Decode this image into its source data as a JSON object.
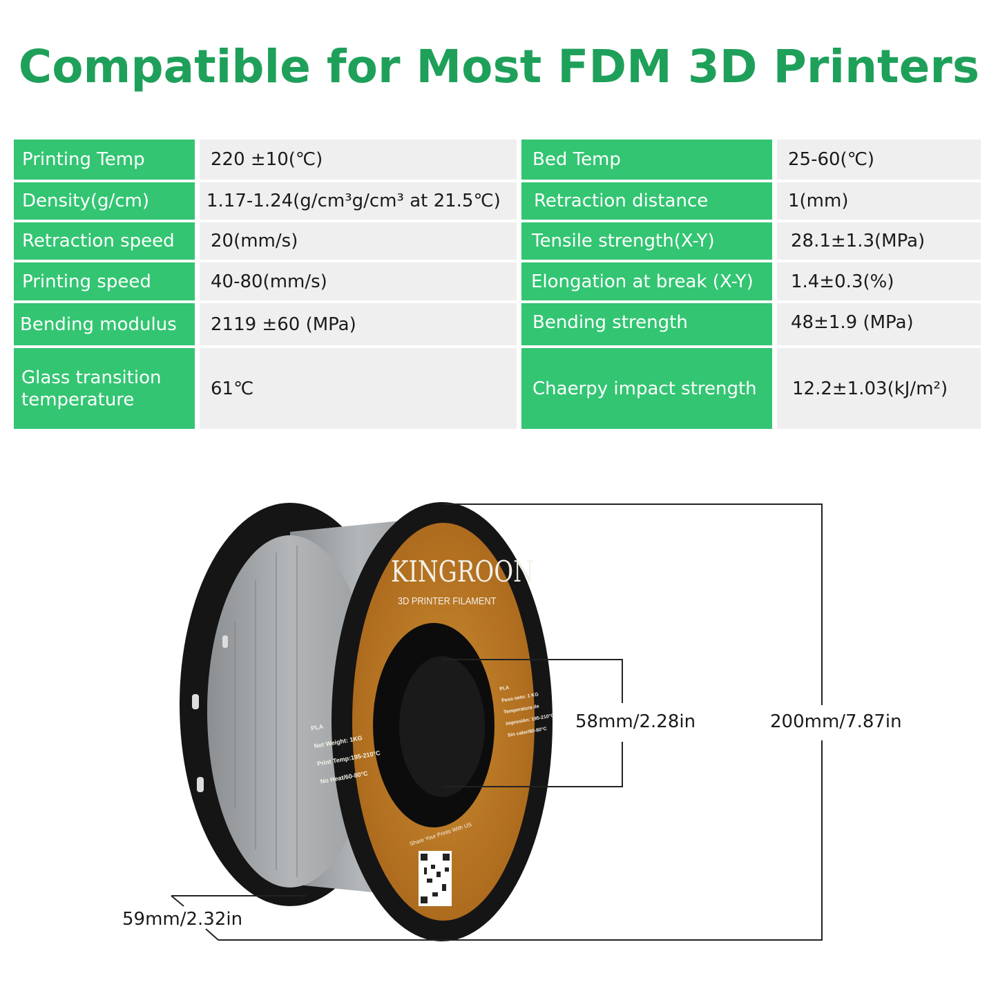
{
  "title": "Compatible for Most FDM 3D Printers",
  "specs": [
    {
      "left_label": "Printing Temp",
      "left_value": "220 ±10(℃)",
      "right_label": "Bed Temp",
      "right_value": "25-60(℃)"
    },
    {
      "left_label": "Density(g/cm)",
      "left_value": "1.17-1.24(g/cm³g/cm³ at 21.5℃)",
      "right_label": "Retraction distance",
      "right_value": "1(mm)"
    },
    {
      "left_label": "Retraction speed",
      "left_value": "20(mm/s)",
      "right_label": "Tensile strength(X-Y)",
      "right_value": "28.1±1.3(MPa)"
    },
    {
      "left_label": "Printing speed",
      "left_value": "40-80(mm/s)",
      "right_label": "Elongation at break (X-Y)",
      "right_value": "1.4±0.3(%)"
    },
    {
      "left_label": "Bending modulus",
      "left_value": "2119 ±60 (MPa)",
      "right_label": "Bending strength",
      "right_value": "48±1.9 (MPa)"
    },
    {
      "left_label": "Glass transition temperature",
      "left_value": "61℃",
      "right_label": "Chaerpy impact strength",
      "right_value": "12.2±1.03(kJ/m²)"
    }
  ],
  "spool": {
    "brand": "KINGROON",
    "subtitle": "3D PRINTER FILAMENT",
    "label_left": [
      "PLA",
      "Net Weight: 1KG",
      "Print Temp:195-210°C",
      "No Heat/60-80°C"
    ],
    "label_right": [
      "PLA",
      "Peso neto: 1 KG",
      "Temperatura de",
      "impresión: 195-210°C",
      "Sin calor/60-80°C"
    ],
    "share_text": "Share Your Prints With US",
    "colors": {
      "label": "#c07a20",
      "flange": "#151515",
      "filament": "#9a9d9f"
    }
  },
  "dimensions": {
    "inner": "58mm/2.28in",
    "outer": "200mm/7.87in",
    "width": "59mm/2.32in"
  }
}
